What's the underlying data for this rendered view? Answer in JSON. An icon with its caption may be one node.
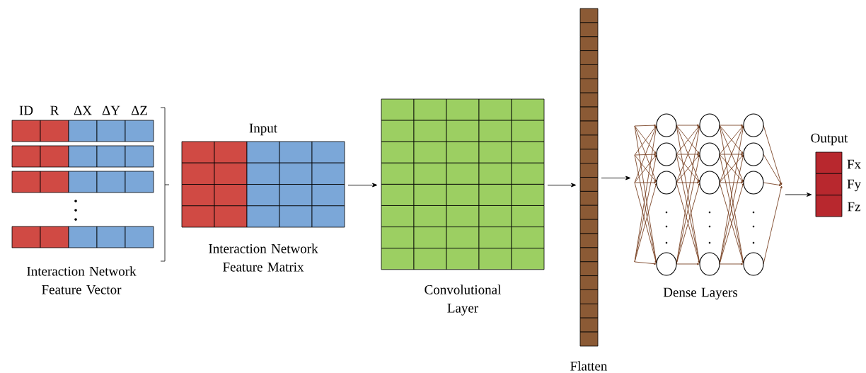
{
  "diagram": {
    "nodes": [
      {
        "text": [
          "Interaction Network Feature Vector"
        ]
      },
      {
        "text": [
          "Input",
          "Interaction Network Feature Matrix"
        ]
      },
      {
        "text": [
          "Convolutional Layer"
        ]
      },
      {
        "text": [
          "Flatten"
        ]
      },
      {
        "text": [
          "Dense Layers"
        ]
      },
      {
        "text": [
          "Output"
        ]
      }
    ],
    "edges": [
      {
        "from": 1,
        "to": 2,
        "arrow": "to"
      },
      {
        "from": 2,
        "to": 3,
        "arrow": "to"
      },
      {
        "from": 3,
        "to": 4,
        "arrow": "to"
      },
      {
        "from": 4,
        "to": 5,
        "arrow": "to"
      }
    ],
    "labels": [
      "ID",
      "R",
      "ΔX",
      "ΔY",
      "ΔZ",
      "Fx",
      "Fy",
      "Fz"
    ]
  }
}
